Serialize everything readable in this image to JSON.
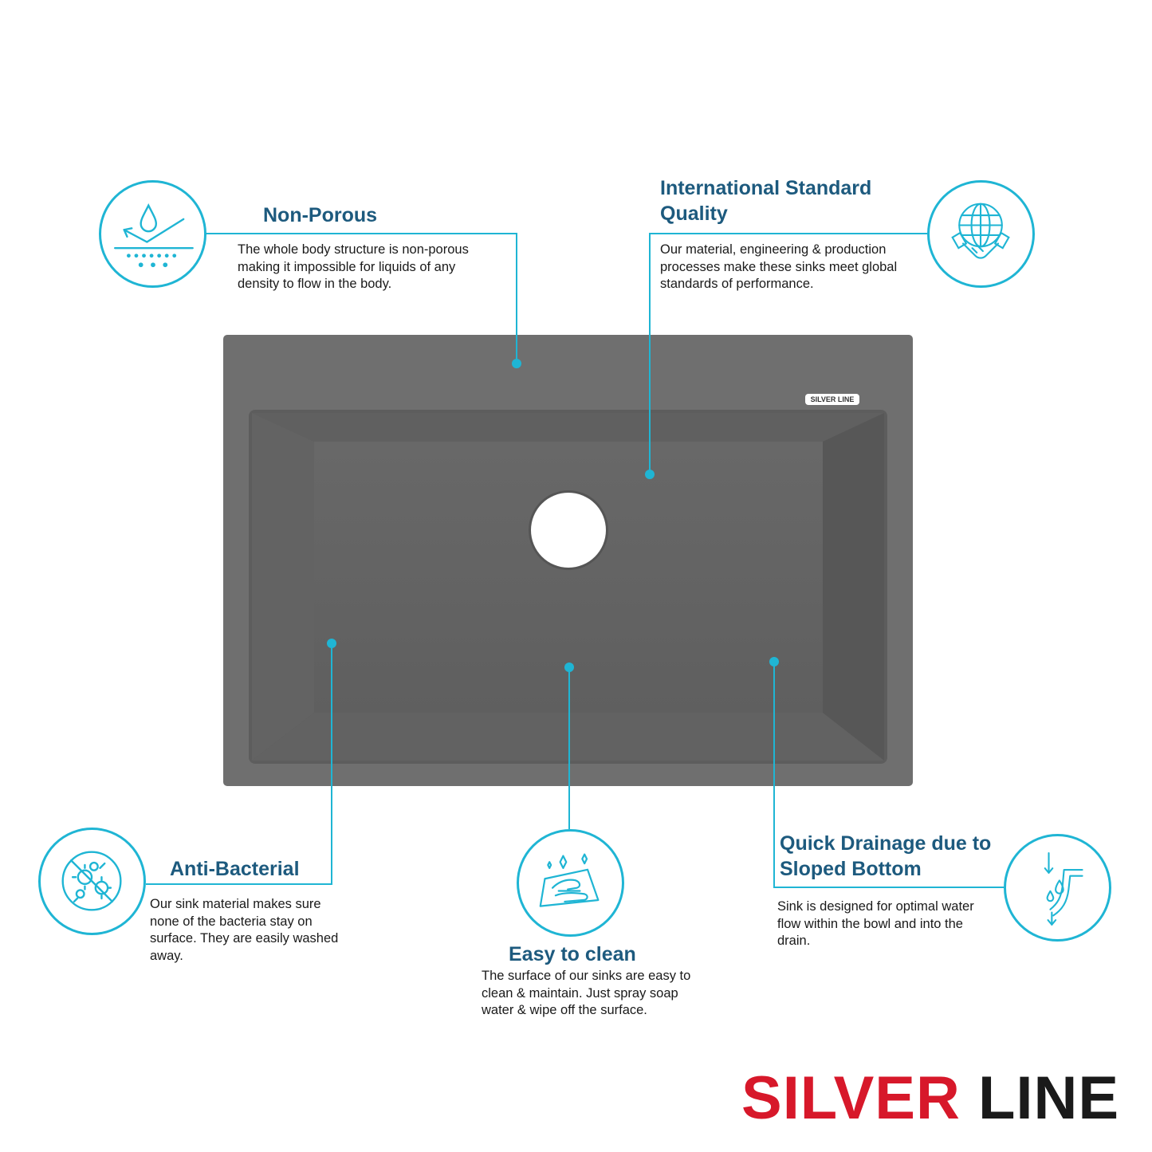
{
  "features": {
    "non_porous": {
      "title": "Non-Porous",
      "description": "The whole body structure is non-porous making it impossible for liquids of any density to flow in the body.",
      "icon": "droplet-layer-icon"
    },
    "international": {
      "title": "International Standard Quality",
      "description": "Our material, engineering & production processes make these sinks meet global standards of performance.",
      "icon": "globe-handshake-icon"
    },
    "anti_bacterial": {
      "title": "Anti-Bacterial",
      "description": "Our sink material makes sure none of the bacteria stay on surface. They are easily washed away.",
      "icon": "no-bacteria-icon"
    },
    "easy_clean": {
      "title": "Easy to clean",
      "description": "The surface of our sinks are easy to clean & maintain. Just spray soap water & wipe off the surface.",
      "icon": "wipe-hand-icon"
    },
    "quick_drainage": {
      "title": "Quick Drainage due to Sloped Bottom",
      "description": "Sink is designed for optimal water flow within the bowl and into the drain.",
      "icon": "sloped-drain-icon"
    }
  },
  "sink": {
    "logo_text": "SILVER LINE"
  },
  "brand": {
    "part1": "SILVER",
    "part2": "LINE"
  },
  "colors": {
    "accent": "#1fb5d4",
    "heading": "#1d5a7e",
    "brand_red": "#d7182a",
    "brand_dark": "#1a1a1a",
    "sink_gray": "#6f6f6f"
  }
}
